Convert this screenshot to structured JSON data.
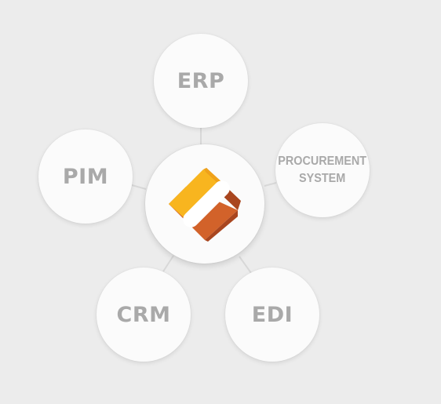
{
  "center": {
    "logo": "diamond-logo-icon",
    "colors": {
      "yellow": "#f8b51f",
      "orange": "#d2622a",
      "dark_orange": "#a9461f",
      "white_bar": "#ffffff"
    }
  },
  "nodes": {
    "erp": {
      "label": "ERP"
    },
    "procurement": {
      "line1": "PROCUREMENT",
      "line2": "SYSTEM"
    },
    "pim": {
      "label": "PIM"
    },
    "crm": {
      "label": "CRM"
    },
    "edi": {
      "label": "EDI"
    }
  },
  "colors": {
    "background": "#ececec",
    "node_fill": "#fbfbfb",
    "label_text": "#a9a9a9",
    "connector": "#d8d8d8"
  }
}
